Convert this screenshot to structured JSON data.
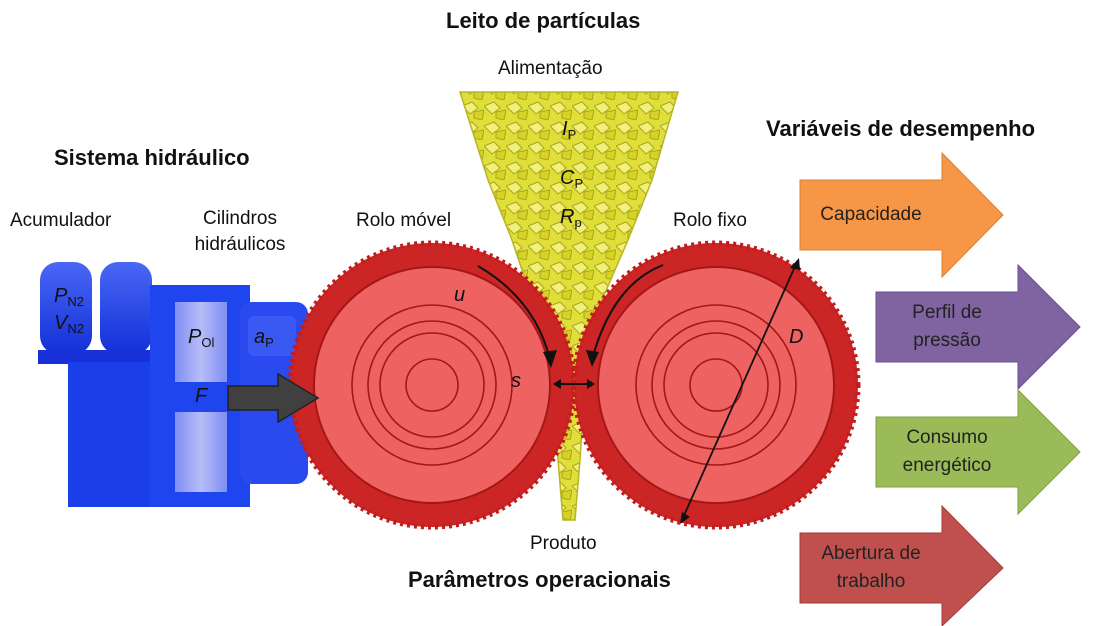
{
  "headings": {
    "leito": "Leito de partículas",
    "sistema": "Sistema hidráulico",
    "variaveis": "Variáveis de desempenho",
    "parametros": "Parâmetros operacionais"
  },
  "labels": {
    "alimentacao": "Alimentação",
    "acumulador": "Acumulador",
    "cilindros_l1": "Cilindros",
    "cilindros_l2": "hidráulicos",
    "rolo_movel": "Rolo móvel",
    "rolo_fixo": "Rolo fixo",
    "produto": "Produto"
  },
  "symbols": {
    "I": "I",
    "I_sub": "P",
    "C": "C",
    "C_sub": "P",
    "R": "R",
    "R_sub": "p",
    "PN": "P",
    "PN_sub": "N2",
    "VN": "V",
    "VN_sub": "N2",
    "POl": "P",
    "POl_sub": "Ol",
    "aP": "a",
    "aP_sub": "P",
    "F": "F",
    "u": "u",
    "s": "s",
    "D": "D"
  },
  "outputs": [
    {
      "line1": "Capacidade",
      "line2": "",
      "color": "#f79646"
    },
    {
      "line1": "Perfil de",
      "line2": "pressão",
      "color": "#8064a2"
    },
    {
      "line1": "Consumo",
      "line2": "energético",
      "color": "#9bbb59"
    },
    {
      "line1": "Abertura de",
      "line2": "trabalho",
      "color": "#c0504d"
    }
  ],
  "colors": {
    "roller_outer": "#d42a2a",
    "roller_inner": "#f06868",
    "hydraulic": "#1a3ee8",
    "particles": "#e3e236",
    "force_arrow": "#404040"
  }
}
